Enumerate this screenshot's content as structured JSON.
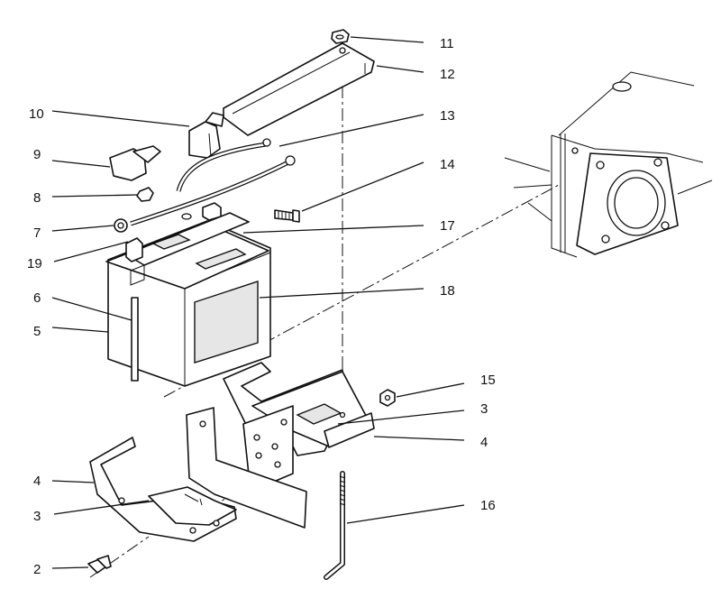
{
  "callouts": [
    {
      "id": "c11",
      "text": "11"
    },
    {
      "id": "c12",
      "text": "12"
    },
    {
      "id": "c13",
      "text": "13"
    },
    {
      "id": "c14",
      "text": "14"
    },
    {
      "id": "c10",
      "text": "10"
    },
    {
      "id": "c9",
      "text": "9"
    },
    {
      "id": "c8",
      "text": "8"
    },
    {
      "id": "c7",
      "text": "7"
    },
    {
      "id": "c19",
      "text": "19"
    },
    {
      "id": "c17",
      "text": "17"
    },
    {
      "id": "c18",
      "text": "18"
    },
    {
      "id": "c6",
      "text": "6"
    },
    {
      "id": "c5",
      "text": "5"
    },
    {
      "id": "c15",
      "text": "15"
    },
    {
      "id": "c3a",
      "text": "3"
    },
    {
      "id": "c4a",
      "text": "4"
    },
    {
      "id": "c4b",
      "text": "4"
    },
    {
      "id": "c3b",
      "text": "3"
    },
    {
      "id": "c16",
      "text": "16"
    },
    {
      "id": "c2",
      "text": "2"
    }
  ]
}
